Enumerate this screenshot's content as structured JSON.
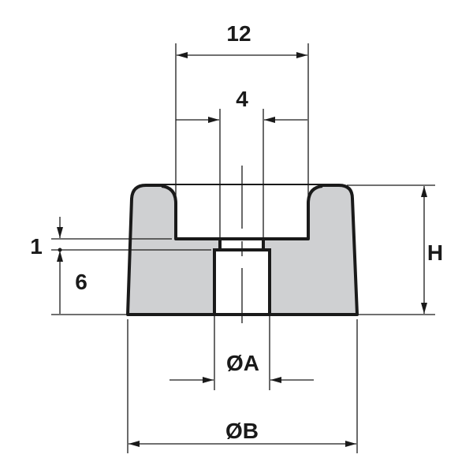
{
  "drawing": {
    "dimensions": {
      "cup_width": "12",
      "hole_width": "4",
      "step_height": "1",
      "lower_height": "6",
      "total_height": "H",
      "inner_diameter": "ØA",
      "outer_diameter": "ØB"
    },
    "colors": {
      "body_fill": "#cfd0d2",
      "line": "#1a1a1a"
    }
  }
}
